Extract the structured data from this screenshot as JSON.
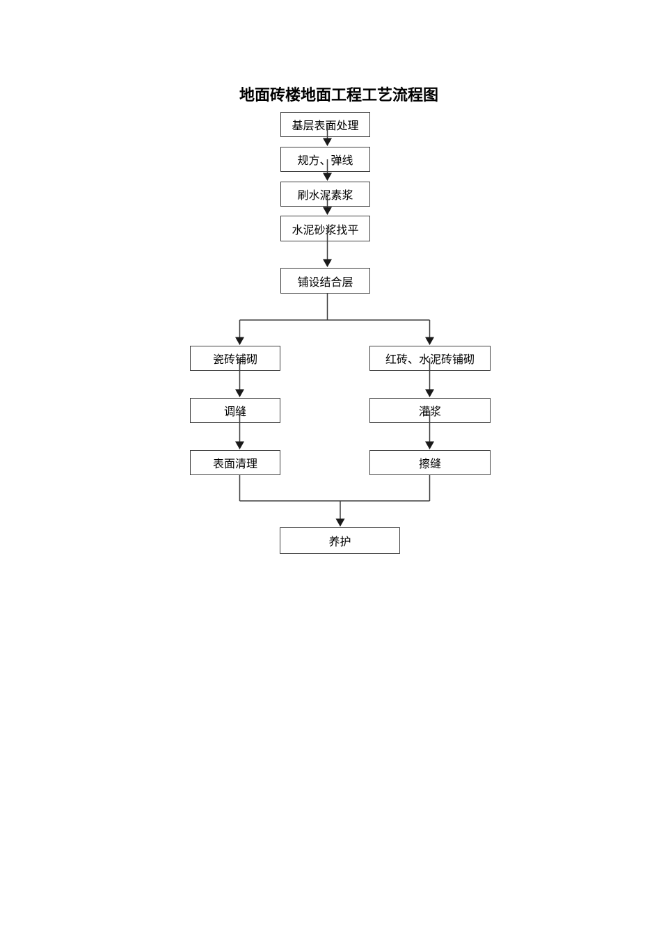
{
  "title": {
    "text": "地面砖楼地面工程工艺流程图"
  },
  "flowchart": {
    "type": "flowchart",
    "nodes": [
      {
        "id": "base-surface-treatment",
        "label": "基层表面处理"
      },
      {
        "id": "squaring-snapping-lines",
        "label": "规方、弹线"
      },
      {
        "id": "brush-cement-slurry",
        "label": "刷水泥素浆"
      },
      {
        "id": "cement-mortar-leveling",
        "label": "水泥砂浆找平"
      },
      {
        "id": "lay-bonding-layer",
        "label": "铺设结合层"
      },
      {
        "id": "ceramic-tile-paving",
        "label": "瓷砖铺砌"
      },
      {
        "id": "red-brick-cement-brick-paving",
        "label": "红砖、水泥砖铺砌"
      },
      {
        "id": "joint-adjusting",
        "label": "调缝"
      },
      {
        "id": "grouting",
        "label": "灌浆"
      },
      {
        "id": "surface-cleaning",
        "label": "表面清理"
      },
      {
        "id": "joint-wiping",
        "label": "擦缝"
      },
      {
        "id": "curing",
        "label": "养护"
      }
    ],
    "edges": [
      {
        "from": "基层表面处理",
        "to": "规方、弹线"
      },
      {
        "from": "规方、弹线",
        "to": "刷水泥素浆"
      },
      {
        "from": "刷水泥素浆",
        "to": "水泥砂浆找平"
      },
      {
        "from": "水泥砂浆找平",
        "to": "铺设结合层"
      },
      {
        "from": "铺设结合层",
        "to": "瓷砖铺砌"
      },
      {
        "from": "铺设结合层",
        "to": "红砖、水泥砖铺砌"
      },
      {
        "from": "瓷砖铺砌",
        "to": "调缝"
      },
      {
        "from": "调缝",
        "to": "表面清理"
      },
      {
        "from": "红砖、水泥砖铺砌",
        "to": "灌浆"
      },
      {
        "from": "灌浆",
        "to": "擦缝"
      },
      {
        "from": "表面清理",
        "to": "养护"
      },
      {
        "from": "擦缝",
        "to": "养护"
      }
    ]
  },
  "colors": {
    "page_background": "#ffffff",
    "box_border": "#3d3d3d",
    "connector_line": "#3d3d3d",
    "arrowhead": "#1a1a1a",
    "text": "#000000"
  }
}
